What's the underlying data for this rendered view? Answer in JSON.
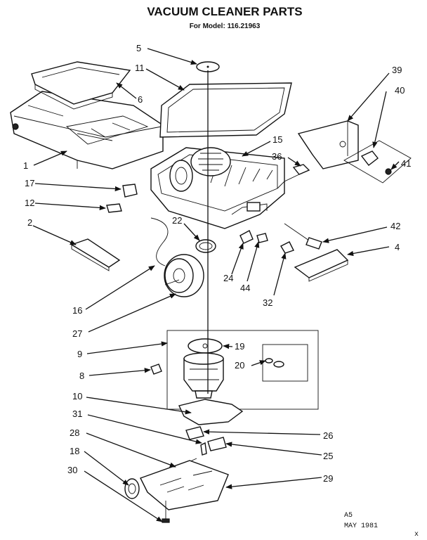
{
  "header": {
    "title": "VACUUM CLEANER PARTS",
    "subtitle": "For Model: 116.21963"
  },
  "callouts": {
    "c1": "1",
    "c2": "2",
    "c4": "4",
    "c5": "5",
    "c6": "6",
    "c8": "8",
    "c9": "9",
    "c10": "10",
    "c11": "11",
    "c12": "12",
    "c15": "15",
    "c16": "16",
    "c17": "17",
    "c18": "18",
    "c19": "19",
    "c20": "20",
    "c22": "22",
    "c24": "24",
    "c25": "25",
    "c26": "26",
    "c27": "27",
    "c28": "28",
    "c29": "29",
    "c30": "30",
    "c31": "31",
    "c32": "32",
    "c36": "36",
    "c39": "39",
    "c40": "40",
    "c41": "41",
    "c42": "42",
    "c44": "44"
  },
  "footer": {
    "code": "A5",
    "date": "MAY 1981",
    "mark": "x"
  }
}
